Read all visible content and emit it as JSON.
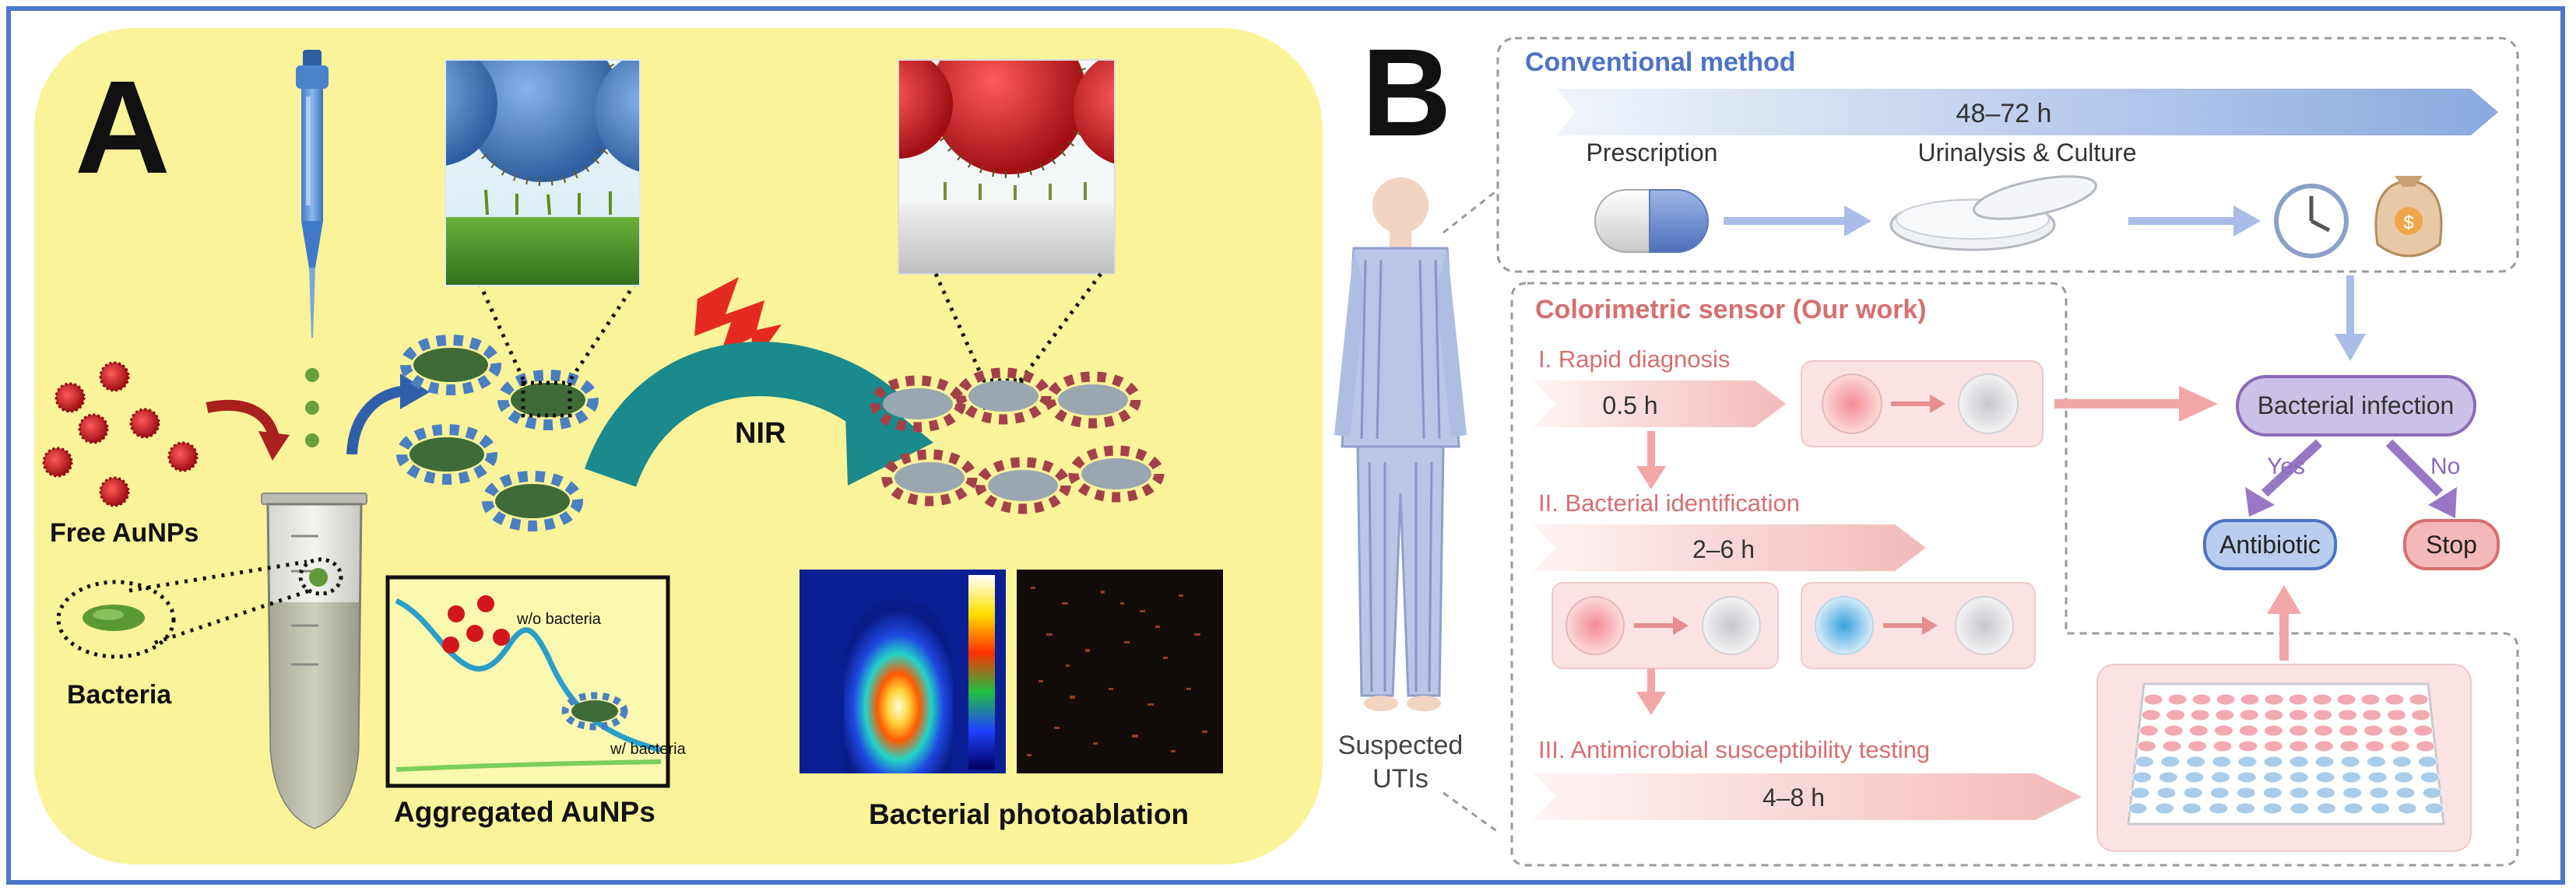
{
  "panel_a": {
    "letter": "A",
    "labels": {
      "free_aunps": "Free AuNPs",
      "bacteria": "Bacteria",
      "nir": "NIR",
      "aggregated_aunps": "Aggregated AuNPs",
      "bacterial_photoablation": "Bacterial photoablation",
      "spectrum_without": "w/o bacteria",
      "spectrum_with": "w/ bacteria"
    },
    "colors": {
      "background": "#fbf39a",
      "gold_np": "#c7161c",
      "probe_np": "#4a7fc1",
      "arrow_teal": "#1b8a8c",
      "spectrum_line": "#2a9fc9"
    }
  },
  "panel_b": {
    "letter": "B",
    "patient_label_line1": "Suspected",
    "patient_label_line2": "UTIs",
    "conventional": {
      "title": "Conventional method",
      "time": "48–72 h",
      "steps": [
        "Prescription",
        "Urinalysis & Culture"
      ]
    },
    "colorimetric": {
      "title": "Colorimetric sensor (Our work)",
      "stage1_label": "I. Rapid diagnosis",
      "stage1_time": "0.5 h",
      "stage2_label": "II. Bacterial identification",
      "stage2_time": "2–6 h",
      "stage3_label": "III. Antimicrobial susceptibility testing",
      "stage3_time": "4–8 h"
    },
    "decision": {
      "infection": "Bacterial infection",
      "yes": "Yes",
      "no": "No",
      "antibiotic": "Antibiotic",
      "stop": "Stop"
    },
    "colors": {
      "blue_title": "#4e73c4",
      "red_title": "#d76f6f",
      "purple": "#8b6ab8",
      "pink_box": "#f8dede"
    }
  }
}
